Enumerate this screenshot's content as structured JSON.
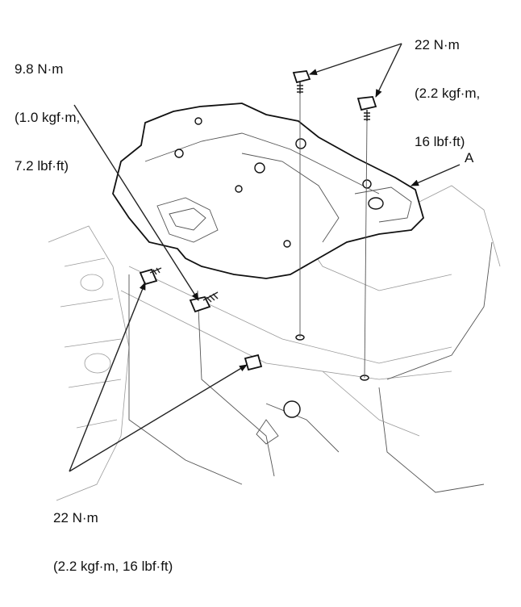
{
  "callouts": {
    "top_left": {
      "line1": "9.8 N·m",
      "line2": "(1.0 kgf·m,",
      "line3": "7.2 lbf·ft)"
    },
    "top_right": {
      "line1": "22 N·m",
      "line2": "(2.2 kgf·m,",
      "line3": "16 lbf·ft)"
    },
    "bottom_left": {
      "line1": "22 N·m",
      "line2": "(2.2 kgf·m, 16 lbf·ft)"
    },
    "part_label": "A"
  }
}
